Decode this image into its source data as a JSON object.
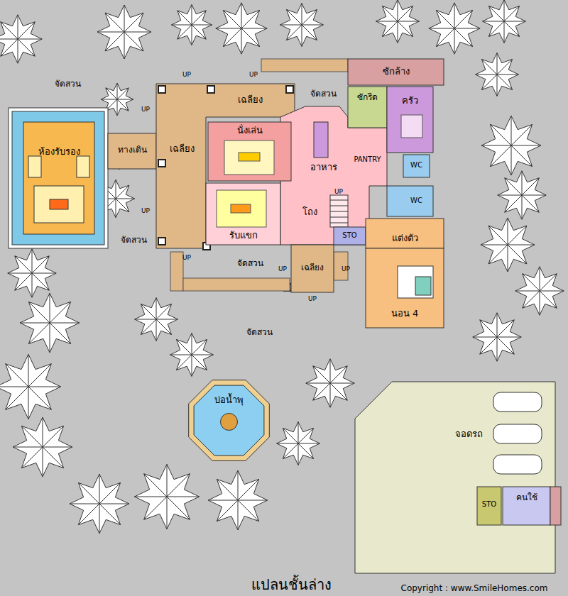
{
  "diagram": {
    "title": "แปลนชั้นล่าง",
    "nodes": [
      {
        "text": [
          "ซักล้าง"
        ]
      },
      {
        "text": [
          "เฉลียง"
        ]
      },
      {
        "text": [
          "ซักรีด"
        ]
      },
      {
        "text": [
          "ครัว"
        ]
      },
      {
        "text": [
          "ห้องรับรอง"
        ]
      },
      {
        "text": [
          "ทางเดิน"
        ]
      },
      {
        "text": [
          "นั่งเล่น"
        ]
      },
      {
        "text": [
          "เฉลียง"
        ]
      },
      {
        "text": [
          "อาหาร"
        ]
      },
      {
        "text": [
          "PANTRY"
        ]
      },
      {
        "text": [
          "WC"
        ]
      },
      {
        "text": [
          "WC"
        ]
      },
      {
        "text": [
          "รับแขก"
        ]
      },
      {
        "text": [
          "โถง"
        ]
      },
      {
        "text": [
          "STO"
        ]
      },
      {
        "text": [
          "แต่งตัว"
        ]
      },
      {
        "text": [
          "เฉลียง"
        ]
      },
      {
        "text": [
          "นอน 4"
        ]
      },
      {
        "text": [
          "บ่อน้ำพุ"
        ]
      },
      {
        "text": [
          "จอดรถ"
        ]
      },
      {
        "text": [
          "STO"
        ]
      },
      {
        "text": [
          "คนใช้"
        ]
      }
    ],
    "labels": [
      "จัดสวน",
      "UP",
      "UP",
      "จัดสวน",
      "UP",
      "UP",
      "จัดสวน",
      "UP",
      "UP",
      "จัดสวน",
      "UP",
      "UP",
      "UP",
      "จัดสวน",
      "Copyright : www.SmileHomes.com"
    ]
  }
}
